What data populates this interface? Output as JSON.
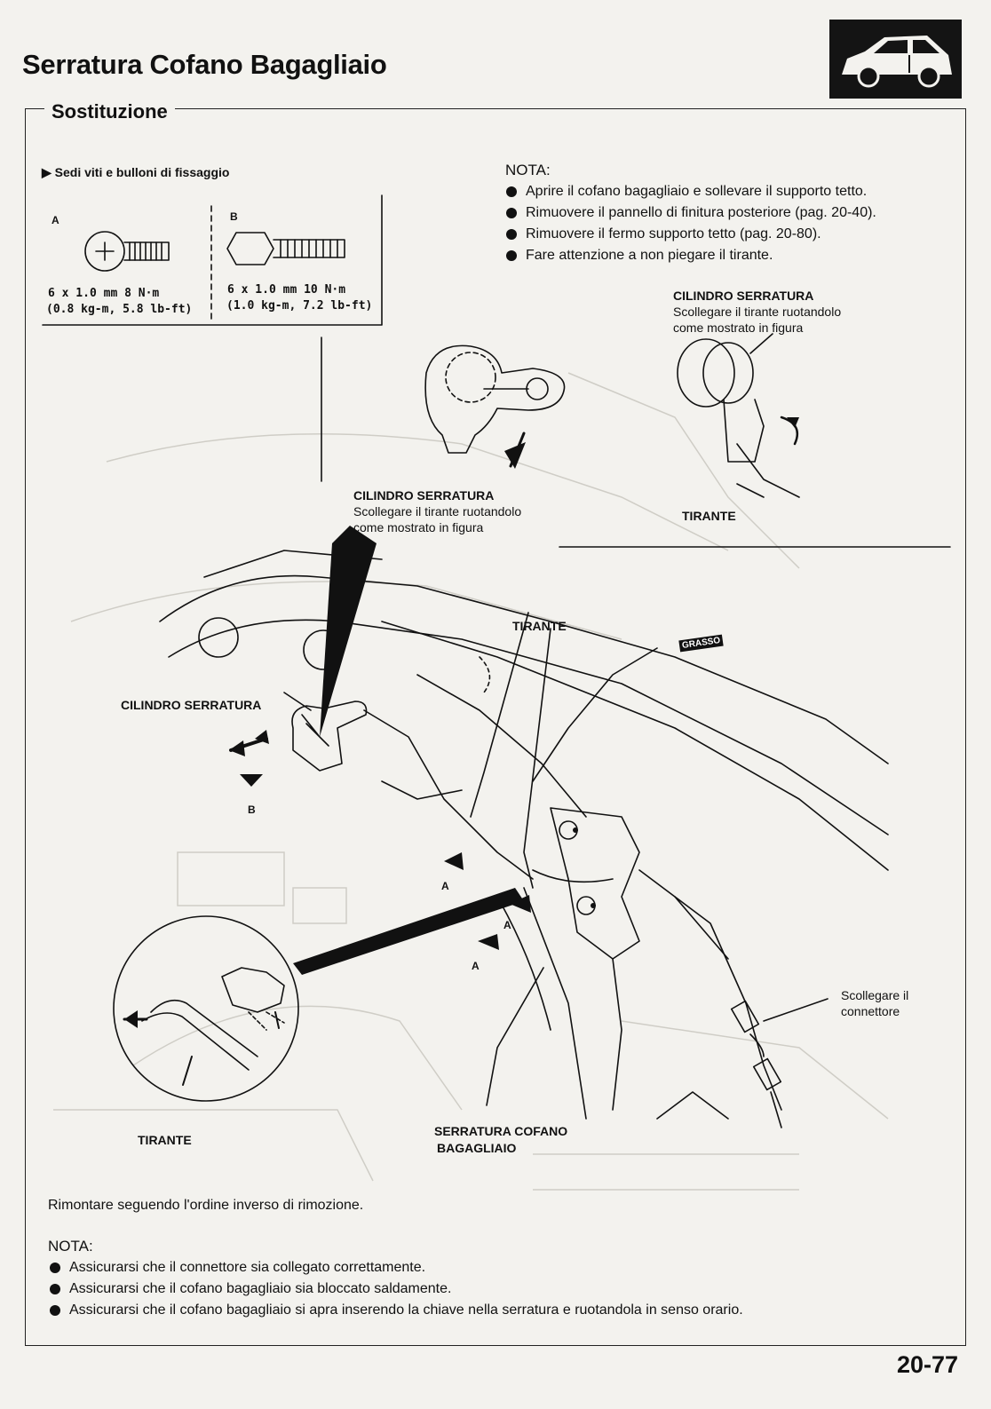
{
  "header": {
    "title": "Serratura Cofano Bagagliaio",
    "section": "Sostituzione",
    "car_badge_icon": "hatchback-car-icon",
    "page_number": "20-77"
  },
  "fasteners": {
    "heading": "Sedi viti e bulloni di fissaggio",
    "a": {
      "letter": "A",
      "spec_line1": "6 x 1.0 mm 8 N·m",
      "spec_line2": "(0.8 kg-m, 5.8 lb-ft)"
    },
    "b": {
      "letter": "B",
      "spec_line1": "6 x 1.0 mm 10 N·m",
      "spec_line2": "(1.0 kg-m, 7.2 lb-ft)"
    }
  },
  "note_top": {
    "label": "NOTA:",
    "items": [
      "Aprire il cofano bagagliaio e sollevare il supporto tetto.",
      "Rimuovere il pannello di finitura posteriore (pag. 20-40).",
      "Rimuovere il fermo supporto tetto (pag. 20-80).",
      "Fare attenzione a non piegare il tirante."
    ]
  },
  "callouts": {
    "cil_right_title": "CILINDRO SERRATURA",
    "cil_right_l1": "Scollegare il tirante ruotandolo",
    "cil_right_l2": "come mostrato in figura",
    "cil_mid_title": "CILINDRO SERRATURA",
    "cil_mid_l1": "Scollegare il tirante ruotandolo",
    "cil_mid_l2": "come mostrato in figura",
    "tirante_right": "TIRANTE",
    "tirante_center": "TIRANTE",
    "grasso": "GRASSO",
    "cil_left": "CILINDRO SERRATURA",
    "mark_b": "B",
    "mark_a1": "A",
    "mark_a2": "A",
    "mark_a3": "A",
    "connector_l1": "Scollegare il",
    "connector_l2": "connettore",
    "lock_l1": "SERRATURA COFANO",
    "lock_l2": "BAGAGLIAIO",
    "tirante_detail": "TIRANTE"
  },
  "reassembly": "Rimontare seguendo l'ordine inverso di rimozione.",
  "note_bottom": {
    "label": "NOTA:",
    "items": [
      "Assicurarsi che il connettore sia collegato correttamente.",
      "Assicurarsi che il cofano bagagliaio sia bloccato saldamente.",
      "Assicurarsi che il cofano bagagliaio si apra inserendo la chiave nella serratura e ruotandola in senso orario."
    ]
  }
}
